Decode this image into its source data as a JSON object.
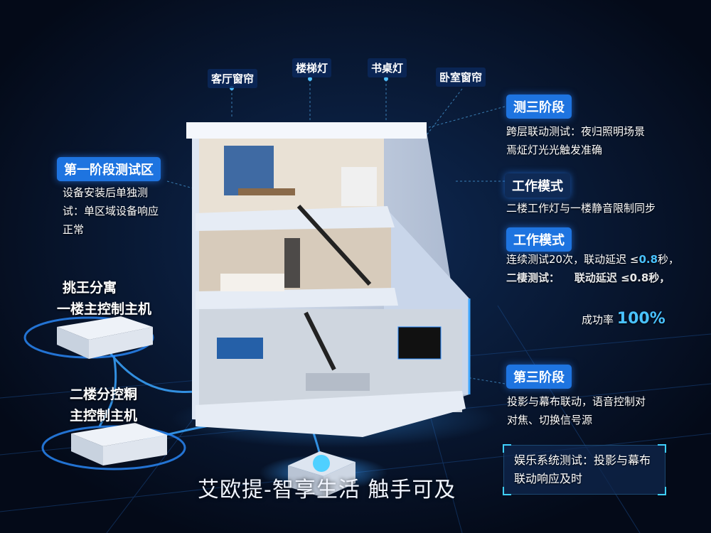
{
  "top_labels": [
    "客厅窗帘",
    "楼梯灯",
    "书桌灯",
    "卧室窗帘"
  ],
  "left_panel": {
    "title": "第一阶段测试区",
    "lines": [
      "设备安装后单独测",
      "试：单区域设备响应",
      "正常"
    ]
  },
  "devices": [
    {
      "lines": [
        "挑王分寓",
        "一楼主控制主机"
      ]
    },
    {
      "lines": [
        "二楼分控粡",
        "主控制主机"
      ]
    }
  ],
  "right_panels": [
    {
      "title": "测三阶段",
      "lines": [
        "跨层联动测试：夜归照明场景",
        "焉炡灯光光触发准确"
      ]
    },
    {
      "title": "工作模式",
      "lines": [
        "二楼工作灯与一楼静音限制同步"
      ]
    },
    {
      "title": "工作模式",
      "line1_prefix": "连续测试20次，联动延迟 ≤",
      "line1_value": "0.8",
      "line1_suffix": "秒，",
      "line2": "二棲测试：    联动延迟 ≤0.8秒，",
      "success_label": "成功率",
      "success_value": "100%"
    },
    {
      "title": "第三阶段",
      "lines": [
        "投影与幕布联动，语音控制对",
        "对焦、切换信号源"
      ]
    }
  ],
  "ent_box": {
    "lines": [
      "娱乐系统测试：投影与幕布",
      "联动响应及时"
    ]
  },
  "footer": "艾欧提-智享生活 触手可及",
  "colors": {
    "bg": "#050d1f",
    "accent": "#1e74e0",
    "highlight": "#49c2ff",
    "glow": "#2a8cff"
  }
}
